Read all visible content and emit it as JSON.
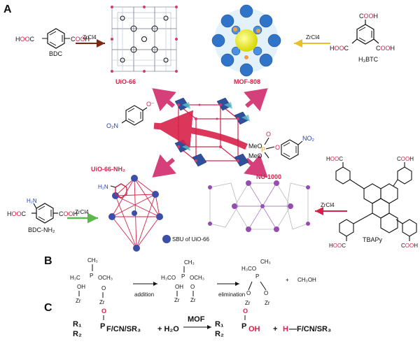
{
  "panels": {
    "a": "A",
    "b": "B",
    "c": "C"
  },
  "mofs": {
    "uio66": "UiO-66",
    "mof808": "MOF-808",
    "uio66nh2": "UiO-66-NH₂",
    "nu1000": "NU-1000"
  },
  "reagent": "ZrCl4",
  "linkers": {
    "bdc": "BDC",
    "h3btc": "H₃BTC",
    "bdcnh2": "BDC-NH₂",
    "tbapy": "TBAPy",
    "cooh": "COOH",
    "hooc": "HOOC",
    "h2n": "H₂N"
  },
  "sbu_caption": "SBU of UiO-66",
  "center": {
    "product_o": "O⁻",
    "product_no2": "O₂N",
    "substrate_meo1": "MeO",
    "substrate_meo2": "MeO",
    "substrate_p": "P",
    "substrate_o": "O",
    "substrate_no2": "NO₂"
  },
  "mechanism": {
    "ch3_1": "CH₃",
    "h3co_1": "H₃C",
    "och3_1": "OCH₃",
    "oh": "OH",
    "o": "O",
    "zr": "Zr",
    "p": "P",
    "addition": "addition",
    "ch3_2": "CH₃",
    "h3co_2": "H₃CO",
    "och3_2": "OCH₃",
    "elimination": "elimination",
    "ch3_3": "CH₃",
    "h3co_3": "H₃CO",
    "plus": "+",
    "methanol": "CH₃OH"
  },
  "reaction": {
    "r1": "R₁",
    "r2": "R₂",
    "o": "O",
    "p": "P",
    "leaving": "F/CN/SR₃",
    "plus1": "+ H₂O",
    "catalyst": "MOF",
    "oh": "OH",
    "plus2": "+",
    "h": "H",
    "product_leaving": "—F/CN/SR₃"
  },
  "colors": {
    "accent_red": "#d6224a",
    "node_blue": "#3b4fa8",
    "arrow_green": "#5cb84a",
    "arrow_yellow": "#e8c12a",
    "arrow_brown": "#7a2a12",
    "pink": "#d6407a"
  }
}
